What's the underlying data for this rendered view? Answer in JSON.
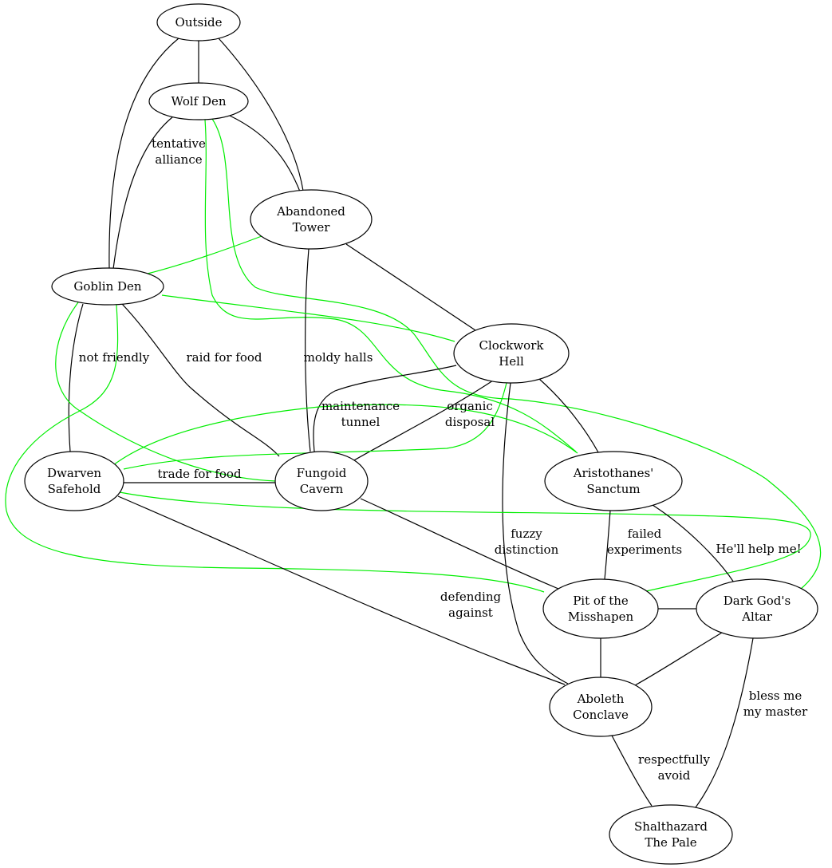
{
  "graph": {
    "nodes": [
      {
        "id": "outside",
        "lines": [
          "Outside"
        ]
      },
      {
        "id": "wolf",
        "lines": [
          "Wolf Den"
        ]
      },
      {
        "id": "tower",
        "lines": [
          "Abandoned",
          "Tower"
        ]
      },
      {
        "id": "goblin",
        "lines": [
          "Goblin Den"
        ]
      },
      {
        "id": "clockwork",
        "lines": [
          "Clockwork",
          "Hell"
        ]
      },
      {
        "id": "dwarven",
        "lines": [
          "Dwarven",
          "Safehold"
        ]
      },
      {
        "id": "fungoid",
        "lines": [
          "Fungoid",
          "Cavern"
        ]
      },
      {
        "id": "aristothanes",
        "lines": [
          "Aristothanes'",
          "Sanctum"
        ]
      },
      {
        "id": "pit",
        "lines": [
          "Pit of the",
          "Misshapen"
        ]
      },
      {
        "id": "darkgod",
        "lines": [
          "Dark God's",
          "Altar"
        ]
      },
      {
        "id": "aboleth",
        "lines": [
          "Aboleth",
          "Conclave"
        ]
      },
      {
        "id": "shalthazard",
        "lines": [
          "Shalthazard",
          "The Pale"
        ]
      }
    ],
    "edges": [
      {
        "id": "outside-wolf",
        "from": "outside",
        "to": "wolf",
        "color": "black"
      },
      {
        "id": "outside-goblin",
        "from": "outside",
        "to": "goblin",
        "color": "black"
      },
      {
        "id": "outside-tower",
        "from": "outside",
        "to": "tower",
        "color": "black"
      },
      {
        "id": "wolf-tower",
        "from": "wolf",
        "to": "tower",
        "color": "black"
      },
      {
        "id": "wolf-goblin",
        "from": "wolf",
        "to": "goblin",
        "color": "black",
        "label": [
          "tentative",
          "alliance"
        ]
      },
      {
        "id": "wolf-aristothanes",
        "from": "wolf",
        "to": "aristothanes",
        "color": "green"
      },
      {
        "id": "wolf-darkgod",
        "from": "wolf",
        "to": "darkgod",
        "color": "green"
      },
      {
        "id": "tower-goblin",
        "from": "tower",
        "to": "goblin",
        "color": "green"
      },
      {
        "id": "tower-fungoid",
        "from": "tower",
        "to": "fungoid",
        "color": "black",
        "label": [
          "moldy halls"
        ]
      },
      {
        "id": "tower-clockwork",
        "from": "tower",
        "to": "clockwork",
        "color": "black"
      },
      {
        "id": "goblin-clockwork",
        "from": "goblin",
        "to": "clockwork",
        "color": "green"
      },
      {
        "id": "goblin-dwarven",
        "from": "goblin",
        "to": "dwarven",
        "color": "black",
        "label": [
          "not friendly"
        ]
      },
      {
        "id": "goblin-fungoid",
        "from": "goblin",
        "to": "fungoid",
        "color": "black",
        "label": [
          "raid for food"
        ]
      },
      {
        "id": "goblin-fungoid-green",
        "from": "goblin",
        "to": "fungoid",
        "color": "green"
      },
      {
        "id": "goblin-pit",
        "from": "goblin",
        "to": "pit",
        "color": "green"
      },
      {
        "id": "clockwork-fungoid-tunnel",
        "from": "clockwork",
        "to": "fungoid",
        "color": "black",
        "label": [
          "maintenance",
          "tunnel"
        ]
      },
      {
        "id": "clockwork-fungoid-disposal",
        "from": "clockwork",
        "to": "fungoid",
        "color": "black",
        "label": [
          "organic",
          "disposal"
        ]
      },
      {
        "id": "clockwork-dwarven",
        "from": "clockwork",
        "to": "dwarven",
        "color": "green"
      },
      {
        "id": "clockwork-aristothanes",
        "from": "clockwork",
        "to": "aristothanes",
        "color": "black"
      },
      {
        "id": "clockwork-aboleth",
        "from": "clockwork",
        "to": "aboleth",
        "color": "black",
        "label": [
          "fuzzy",
          "distinction"
        ]
      },
      {
        "id": "dwarven-fungoid",
        "from": "dwarven",
        "to": "fungoid",
        "color": "black",
        "label": [
          "trade for food"
        ]
      },
      {
        "id": "dwarven-aristothanes",
        "from": "dwarven",
        "to": "aristothanes",
        "color": "green"
      },
      {
        "id": "dwarven-pit",
        "from": "dwarven",
        "to": "pit",
        "color": "green"
      },
      {
        "id": "dwarven-aboleth",
        "from": "dwarven",
        "to": "aboleth",
        "color": "black",
        "label": [
          "defending",
          "against"
        ]
      },
      {
        "id": "fungoid-pit",
        "from": "fungoid",
        "to": "pit",
        "color": "black"
      },
      {
        "id": "aristothanes-pit",
        "from": "aristothanes",
        "to": "pit",
        "color": "black",
        "label": [
          "failed",
          "experiments"
        ]
      },
      {
        "id": "aristothanes-darkgod",
        "from": "aristothanes",
        "to": "darkgod",
        "color": "black",
        "label": [
          "He'll help me!"
        ]
      },
      {
        "id": "pit-darkgod",
        "from": "pit",
        "to": "darkgod",
        "color": "black"
      },
      {
        "id": "pit-aboleth",
        "from": "pit",
        "to": "aboleth",
        "color": "black"
      },
      {
        "id": "darkgod-aboleth",
        "from": "darkgod",
        "to": "aboleth",
        "color": "black"
      },
      {
        "id": "darkgod-shalthazard",
        "from": "darkgod",
        "to": "shalthazard",
        "color": "black",
        "label": [
          "bless me",
          "my master"
        ]
      },
      {
        "id": "aboleth-shalthazard",
        "from": "aboleth",
        "to": "shalthazard",
        "color": "black",
        "label": [
          "respectfully",
          "avoid"
        ]
      }
    ]
  },
  "colors": {
    "black": "#000000",
    "green": "#00ee00"
  }
}
